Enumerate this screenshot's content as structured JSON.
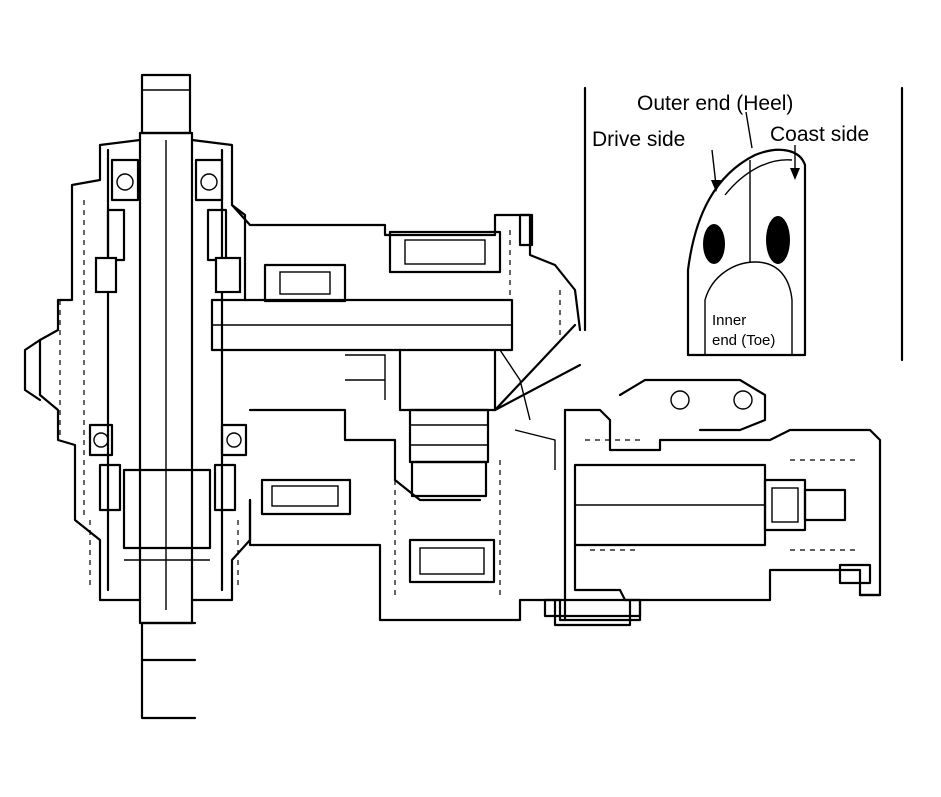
{
  "inset": {
    "outer_end_label": "Outer end (Heel)",
    "drive_side_label": "Drive side",
    "coast_side_label": "Coast side",
    "inner_end_line1": "Inner",
    "inner_end_line2": "end (Toe)"
  }
}
